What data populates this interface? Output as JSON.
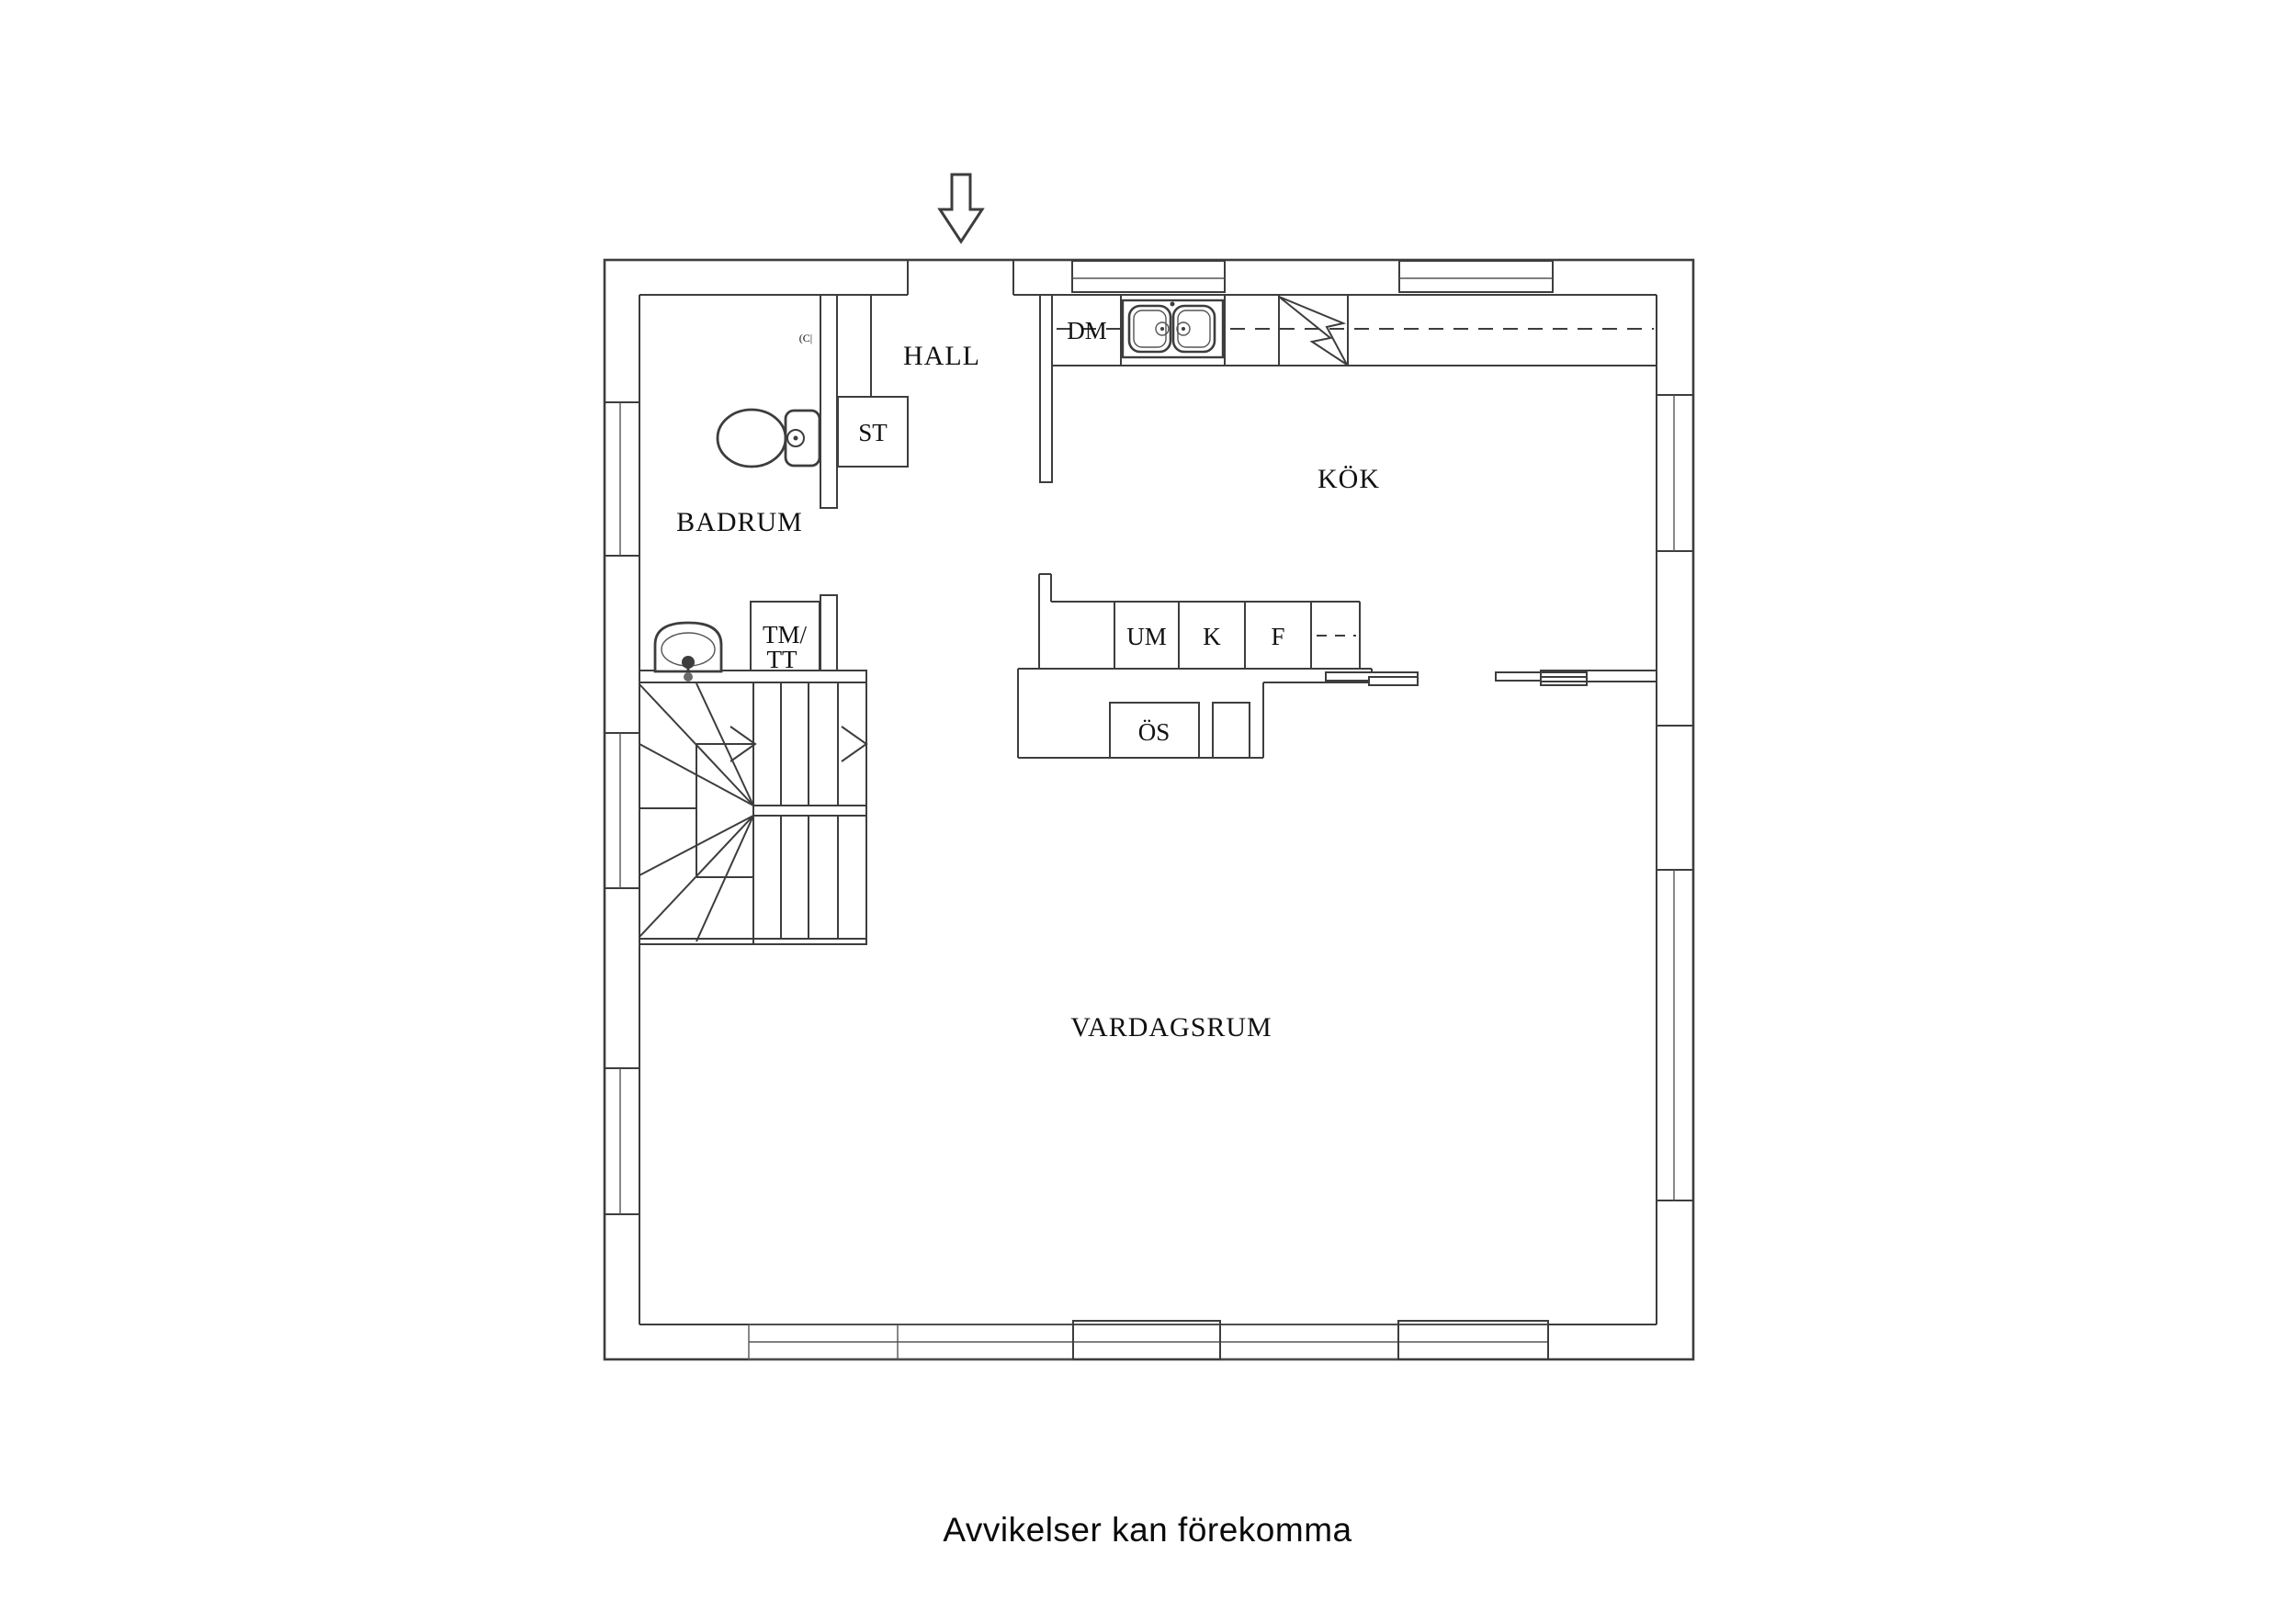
{
  "colors": {
    "background": "#ffffff",
    "line": "#3d3d3d",
    "text": "#111111"
  },
  "labels": {
    "hall": "HALL",
    "bathroom": "BADRUM",
    "kitchen": "KÖK",
    "living_room": "VARDAGSRUM",
    "closet": "ST",
    "washer_line1": "TM/",
    "washer_line2": "TT",
    "microwave_unit": "UM",
    "fridge": "K",
    "freezer": "F",
    "dishwasher": "DM",
    "os_unit": "ÖS",
    "door_detail_mark": "(C|"
  },
  "footer": {
    "disclaimer": "Avvikelser kan förekomma"
  },
  "icons": {
    "entrance": "entrance-arrow-icon",
    "toilet": "toilet-icon",
    "washbasin": "washbasin-icon",
    "kitchen_sink": "double-sink-icon",
    "stove": "stove-lightning-icon",
    "stairs": "stairs-symbol",
    "sliding_doors": "sliding-door-symbol",
    "windows": "window-symbol"
  }
}
